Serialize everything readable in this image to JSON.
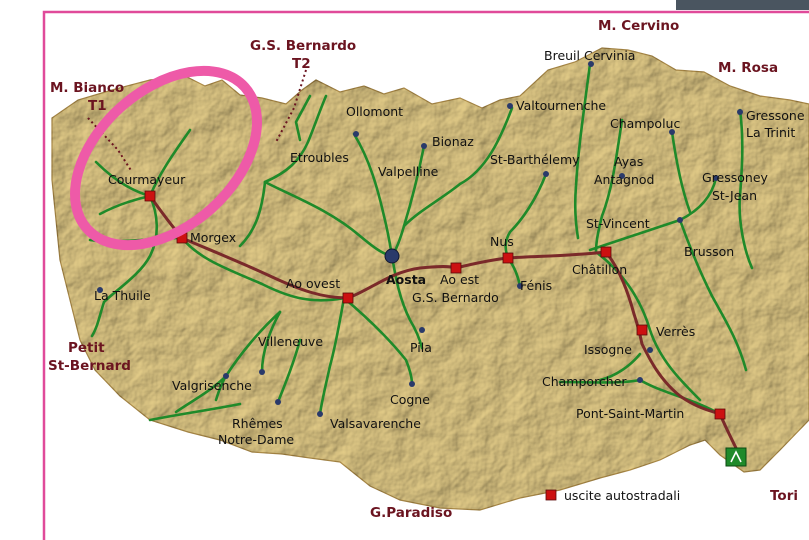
{
  "colors": {
    "frame": "#e04a9a",
    "terrain": "#efe2b4",
    "terrain_shadow": "#c9b27a",
    "road": "#1f8a2a",
    "motorway": "#7a2a2a",
    "exit": "#cc1111",
    "peak_label": "#6b1420",
    "highlight": "#ee5aa8"
  },
  "peaks": {
    "cervino": "M. Cervino",
    "rosa": "M. Rosa",
    "bianco": "M. Bianco",
    "bianco_tunnel": "T1",
    "gsb": "G.S. Bernardo",
    "gsb_tunnel": "T2",
    "petit_1": "Petit",
    "petit_2": "St-Bernard",
    "paradiso": "G.Paradiso",
    "torino": "Tori"
  },
  "towns": {
    "breuil": "Breuil Cervinia",
    "gressoney_la_1": "Gressone",
    "gressoney_la_2": "La Trinit",
    "valtournenche": "Valtournenche",
    "champoluc": "Champoluc",
    "ollomont": "Ollomont",
    "bionaz": "Bionaz",
    "etroubles": "Etroubles",
    "valpelline": "Valpelline",
    "st_barthelemy": "St-Barthélemy",
    "ayas": "Ayas",
    "antagnod": "Antagnod",
    "gressoney_sj_1": "Gressoney",
    "gressoney_sj_2": "St-Jean",
    "courmayeur": "Courmayeur",
    "morgex": "Morgex",
    "st_vincent": "St-Vincent",
    "nus": "Nus",
    "brusson": "Brusson",
    "chatillon": "Châtillon",
    "aosta": "Aosta",
    "ao_est": "Ao est",
    "ao_ovest": "Ao ovest",
    "gsb_exit": "G.S. Bernardo",
    "fenis": "Fénis",
    "la_thuile": "La Thuile",
    "villeneuve": "Villeneuve",
    "pila": "Pila",
    "verres": "Verrès",
    "issogne": "Issogne",
    "valgrisenche": "Valgrisenche",
    "champorcher": "Champorcher",
    "cogne": "Cogne",
    "rhemes_1": "Rhêmes",
    "rhemes_2": "Notre-Dame",
    "valsavarenche": "Valsavarenche",
    "pont_st_martin": "Pont-Saint-Martin"
  },
  "legend": {
    "exits": "uscite autostradali"
  }
}
